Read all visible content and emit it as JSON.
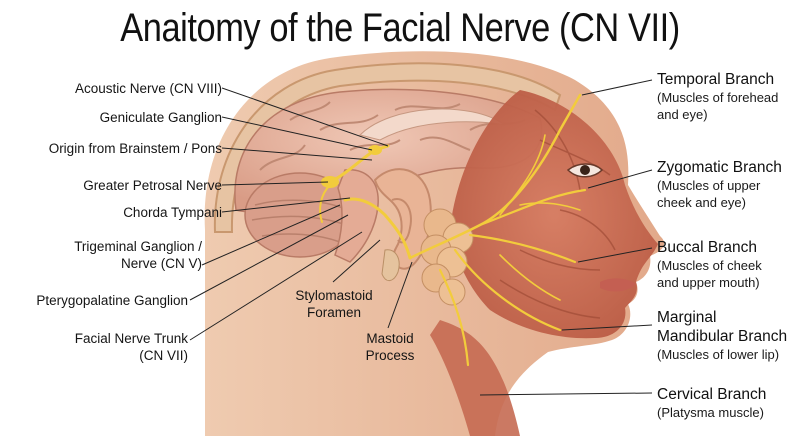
{
  "title": "Anaitomy of the Facial Nerve (CN VII)",
  "left_labels": [
    {
      "text": "Acoustic Nerve (CN VIII)"
    },
    {
      "text": "Geniculate Ganglion"
    },
    {
      "text": "Origin from Brainstem / Pons"
    },
    {
      "text": "Greater Petrosal Nerve"
    },
    {
      "text": "Chorda Tympani"
    },
    {
      "text": "Trigeminal Ganglion /",
      "text2": "Nerve (CN V)"
    },
    {
      "text": "Pterygopalatine Ganglion"
    },
    {
      "text": "Facial Nerve Trunk",
      "text2": "(CN VII)"
    }
  ],
  "center_labels": [
    {
      "text": "Stylomastoid",
      "text2": "Foramen"
    },
    {
      "text": "Mastoid",
      "text2": "Process"
    }
  ],
  "branches": [
    {
      "name": "Temporal Branch",
      "sub1": "(Muscles of forehead",
      "sub2": "and eye)"
    },
    {
      "name": "Zygomatic Branch",
      "sub1": "(Muscles of upper",
      "sub2": "cheek and eye)"
    },
    {
      "name": "Buccal Branch",
      "sub1": "(Muscles of cheek",
      "sub2": "and upper mouth)"
    },
    {
      "name": "Marginal",
      "name2": "Mandibular Branch",
      "sub1": "(Muscles of lower lip)"
    },
    {
      "name": "Cervical Branch",
      "sub1": "(Platysma muscle)"
    }
  ],
  "colors": {
    "skin": "#e8b99a",
    "muscle": "#c7684f",
    "brain": "#e7b5a2",
    "nerve": "#f2cc3c",
    "bone": "#e9c9a3",
    "leader": "#222222"
  }
}
